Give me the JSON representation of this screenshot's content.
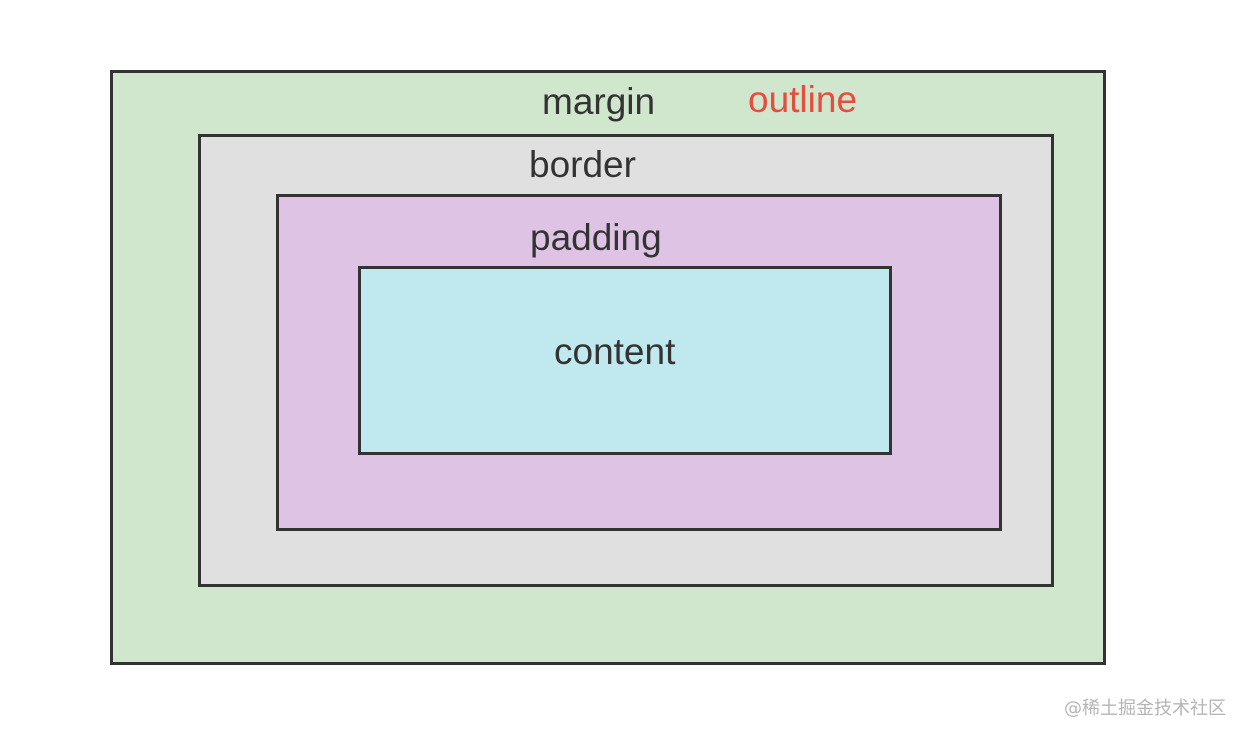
{
  "diagram": {
    "labels": {
      "margin": "margin",
      "outline": "outline",
      "border": "border",
      "padding": "padding",
      "content": "content"
    },
    "colors": {
      "margin_fill": "#d0e6cd",
      "border_fill": "#e0e0e0",
      "padding_fill": "#dec3e5",
      "content_fill": "#c0e9ef",
      "box_stroke": "#333333",
      "label_text": "#333333",
      "outline_text": "#e54d3c"
    }
  },
  "watermark": "@稀土掘金技术社区"
}
